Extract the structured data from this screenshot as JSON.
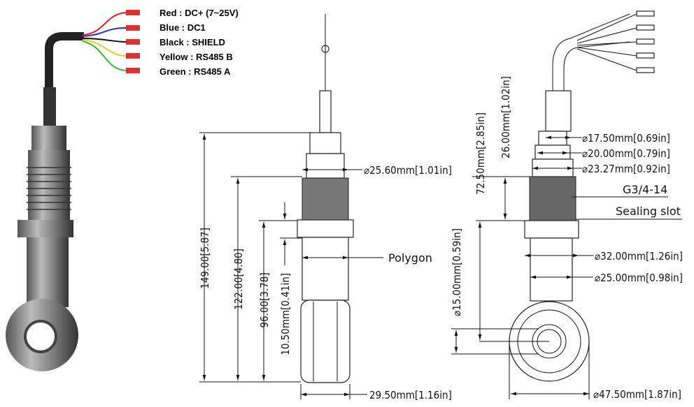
{
  "wiring_legend": [
    {
      "text": "Red : DC+ (7~25V)",
      "color": "#e02020"
    },
    {
      "text": "Blue : DC1",
      "color": "#2030d0"
    },
    {
      "text": "Black : SHIELD",
      "color": "#111111"
    },
    {
      "text": "Yellow : RS485 B",
      "color": "#e0d020"
    },
    {
      "text": "Green : RS485 A",
      "color": "#30c030"
    }
  ],
  "side_view": {
    "overall_length": "149.00[5.87]",
    "thread_to_bottom": "122.00[4.80]",
    "flange_to_bottom": "96.00[3.78]",
    "flange_thickness": "10.50mm[0.41in]",
    "thread_diameter": "⌀25.60mm[1.01in]",
    "polygon_label": "Polygon",
    "body_width": "29.50mm[1.16in]"
  },
  "front_view": {
    "length_to_hole": "72.50mm[2.85in]",
    "top_length": "26.00mm[1.02in]",
    "hole_diameter": "⌀15.00mm[0.59in]",
    "d1": "⌀17.50mm[0.69in]",
    "d2": "⌀20.00mm[0.79in]",
    "d3": "⌀23.27mm[0.92in]",
    "thread_spec": "G3/4-14",
    "sealing_label": "Sealing slot",
    "flange_diameter": "⌀32.00mm[1.26in]",
    "body_diameter": "⌀25.00mm[0.98in]",
    "ring_diameter": "⌀47.50mm[1.87in]"
  }
}
